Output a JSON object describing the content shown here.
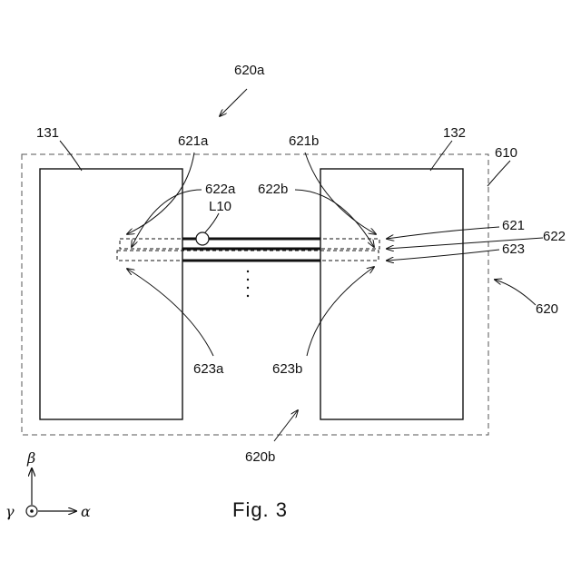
{
  "figure": {
    "caption": "Fig. 3",
    "labels": {
      "region_620a": "620a",
      "region_620b": "620b",
      "electrode_131": "131",
      "electrode_132": "132",
      "label_621a": "621a",
      "label_621b": "621b",
      "label_622a": "622a",
      "label_622b": "622b",
      "label_623a": "623a",
      "label_623b": "623b",
      "label_610": "610",
      "label_620": "620",
      "label_621": "621",
      "label_622": "622",
      "label_623": "623",
      "marker_L10": "L10"
    },
    "axes": {
      "beta": "β",
      "alpha": "α",
      "gamma": "γ"
    },
    "colors": {
      "line": "#111111",
      "dashed_boundary": "#555555",
      "background": "#ffffff"
    }
  }
}
